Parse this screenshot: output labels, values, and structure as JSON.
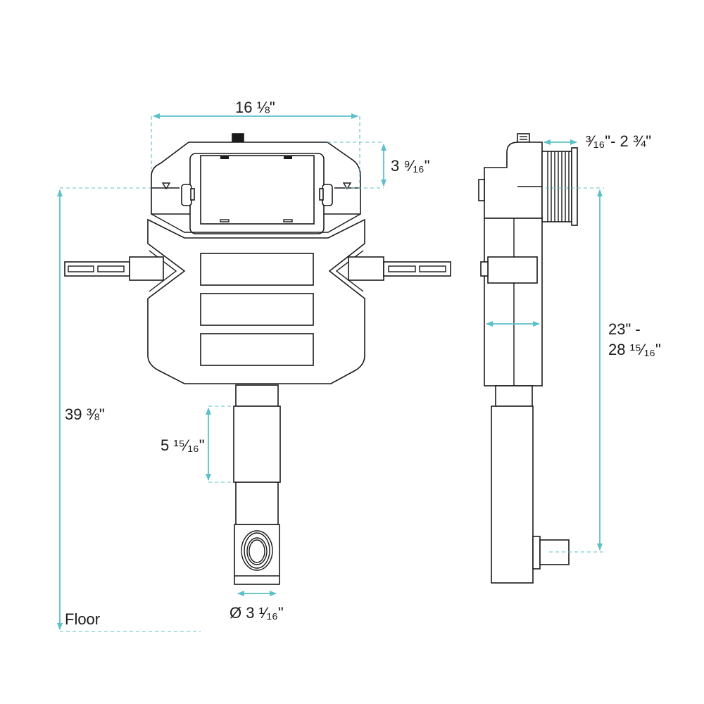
{
  "colors": {
    "dimension": "#5bc0c8",
    "outline": "#1a1a1a"
  },
  "labels": {
    "width": "16 ⅛\"",
    "top_height": "3 ⁹⁄₁₆\"",
    "total_height": "39 ⅜\"",
    "pipe_adjust": "5 ¹⁵⁄₁₆\"",
    "diameter": "Ø 3 ¹⁄₁₆\"",
    "floor": "Floor",
    "depth_range": "³⁄₁₆\"- 2 ¾\"",
    "outlet_height_1": "23\" -",
    "outlet_height_2": "28 ¹⁵⁄₁₆\""
  }
}
